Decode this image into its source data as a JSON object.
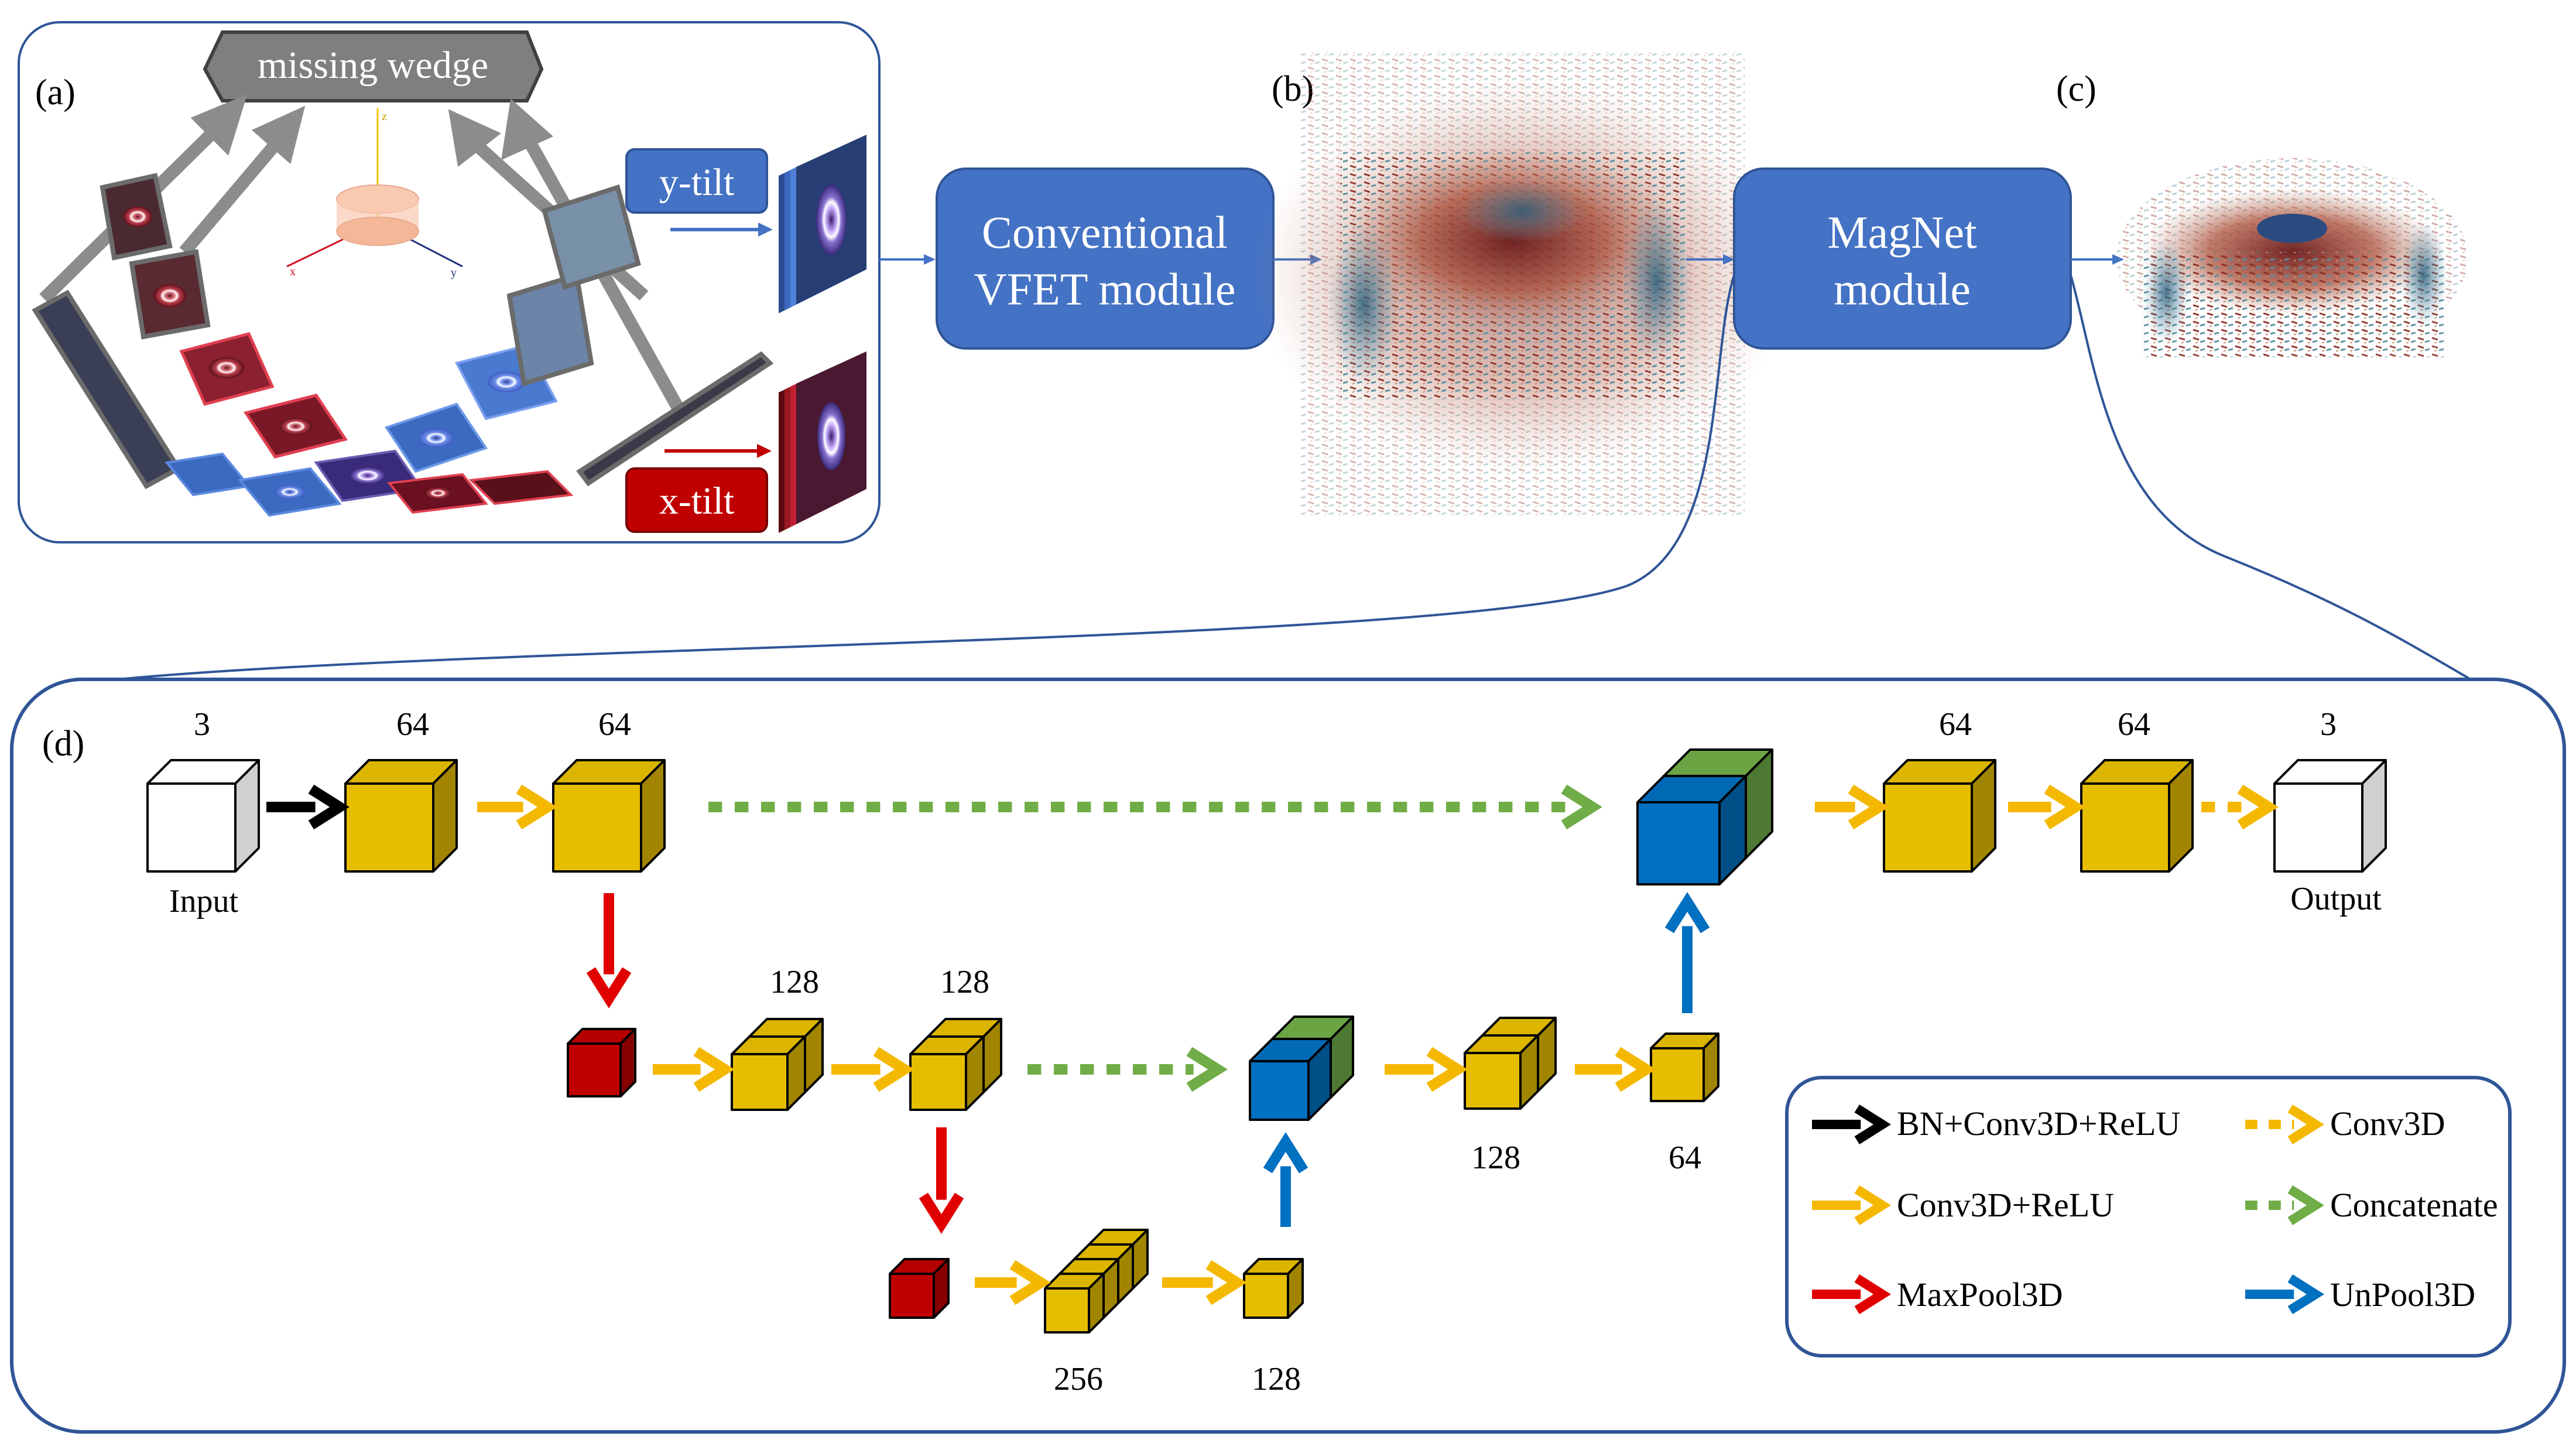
{
  "panels": {
    "a": "(a)",
    "b": "(b)",
    "c": "(c)",
    "d": "(d)"
  },
  "tomography": {
    "missing_wedge": "missing wedge",
    "y_tilt": "y-tilt",
    "x_tilt": "x-tilt",
    "axis_x": "x",
    "axis_y": "y",
    "axis_z": "z"
  },
  "modules": {
    "conventional": [
      "Conventional",
      "VFET module"
    ],
    "magnet": [
      "MagNet",
      "module"
    ]
  },
  "network": {
    "channels": {
      "input": "3",
      "enc1a": "64",
      "enc1b": "64",
      "enc2a": "128",
      "enc2b": "128",
      "bottleneck": "256",
      "bottleneck_out": "128",
      "dec2a": "128",
      "dec2b": "64",
      "dec1a": "64",
      "dec1b": "64",
      "output": "3"
    },
    "input_label": "Input",
    "output_label": "Output"
  },
  "legend": {
    "items": [
      {
        "key": "bn_conv_relu",
        "label": "BN+Conv3D+ReLU",
        "color": "#000000",
        "style": "solid"
      },
      {
        "key": "conv3d",
        "label": "Conv3D",
        "color": "#F5B800",
        "style": "dashed"
      },
      {
        "key": "conv_relu",
        "label": "Conv3D+ReLU",
        "color": "#F5B800",
        "style": "solid"
      },
      {
        "key": "concatenate",
        "label": "Concatenate",
        "color": "#70AD47",
        "style": "dashed"
      },
      {
        "key": "maxpool",
        "label": "MaxPool3D",
        "color": "#E00000",
        "style": "solid"
      },
      {
        "key": "unpool",
        "label": "UnPool3D",
        "color": "#0070C0",
        "style": "solid"
      }
    ]
  },
  "colors": {
    "module_fill": "#4472C4",
    "frame_stroke": "#2F5597",
    "cube_yellow": "#E6BE00",
    "cube_red": "#C00000",
    "cube_blue": "#0070C0",
    "cube_green": "#70AD47",
    "y_tilt_fill": "#4472C4",
    "x_tilt_fill": "#C00000",
    "wedge_fill": "#7F7F7F"
  }
}
